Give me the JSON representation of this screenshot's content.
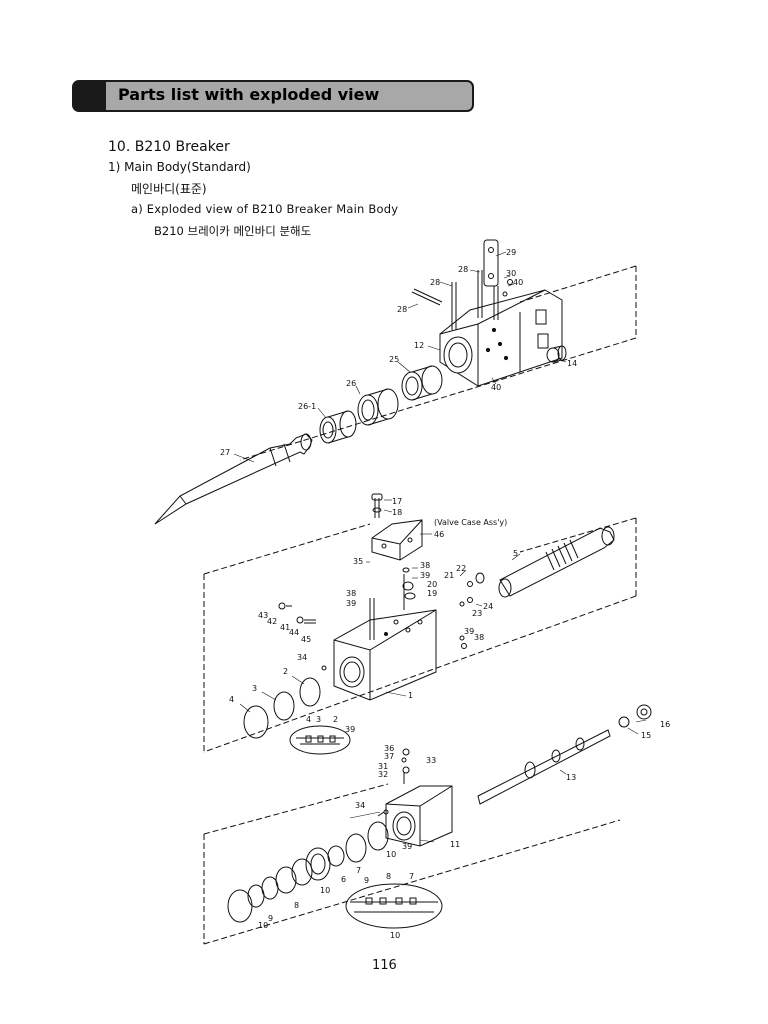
{
  "header": {
    "title": "Parts list with exploded view"
  },
  "section": {
    "title": "10. B210 Breaker",
    "subsection": "1) Main Body(Standard)",
    "subsection_ko": "메인바디(표준)",
    "item": "a) Exploded view of B210 Breaker Main Body",
    "item_ko": "B210 브레이카 메인바디 분해도"
  },
  "diagram": {
    "valve_case_label": "(Valve Case Ass'y)",
    "labels": [
      "29",
      "28",
      "30",
      "40",
      "28",
      "28",
      "12",
      "14",
      "25",
      "40",
      "26",
      "26-1",
      "27",
      "17",
      "18",
      "46",
      "35",
      "5",
      "38",
      "39",
      "22",
      "21",
      "20",
      "19",
      "38",
      "39",
      "24",
      "23",
      "43",
      "42",
      "41",
      "44",
      "45",
      "39",
      "38",
      "34",
      "2",
      "1",
      "3",
      "4",
      "39",
      "4",
      "3",
      "2",
      "16",
      "15",
      "36",
      "37",
      "33",
      "31",
      "32",
      "13",
      "34",
      "39",
      "10",
      "11",
      "7",
      "6",
      "10",
      "9",
      "8",
      "7",
      "8",
      "10",
      "9",
      "10"
    ]
  },
  "footer": {
    "page_number": "116"
  }
}
